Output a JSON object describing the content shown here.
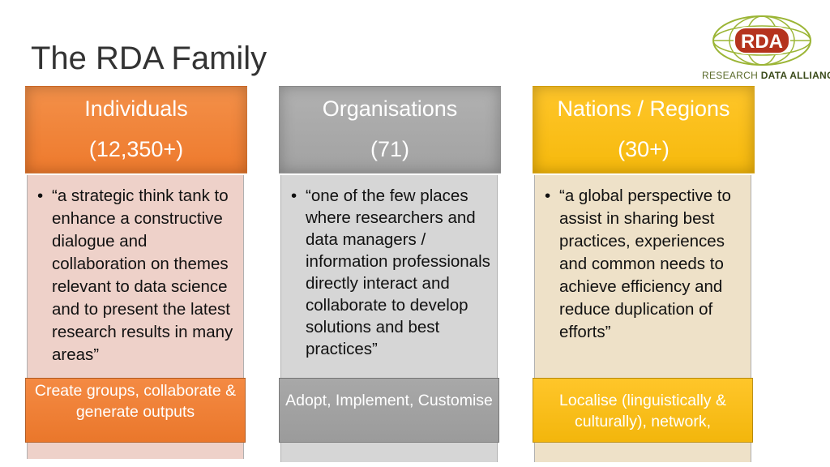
{
  "slide": {
    "title": "The RDA Family"
  },
  "logo": {
    "abbr": "RDA",
    "tagline_a": "RESEARCH ",
    "tagline_b": "DATA ALLIANCE"
  },
  "columns": [
    {
      "title": "Individuals",
      "count": "(12,350+)",
      "quote": "“a strategic think tank to enhance a constructive dialogue and collaboration on themes relevant to data science and to present the latest research results in many areas”",
      "footer": "Create groups, collaborate & generate outputs",
      "color": "#ee7a2d"
    },
    {
      "title": "Organisations",
      "count": "(71)",
      "quote": "“one of the few places where researchers and data managers / information professionals directly interact and collaborate to develop solutions and best practices”",
      "footer": "Adopt, Implement, Customise",
      "color": "#a2a2a2"
    },
    {
      "title": "Nations / Regions",
      "count": "(30+)",
      "quote": "“a global perspective to assist in sharing best practices, experiences and common needs to achieve efficiency and reduce duplication of efforts”",
      "footer": "Localise (linguistically & culturally), network,",
      "color": "#f6b90c"
    }
  ]
}
